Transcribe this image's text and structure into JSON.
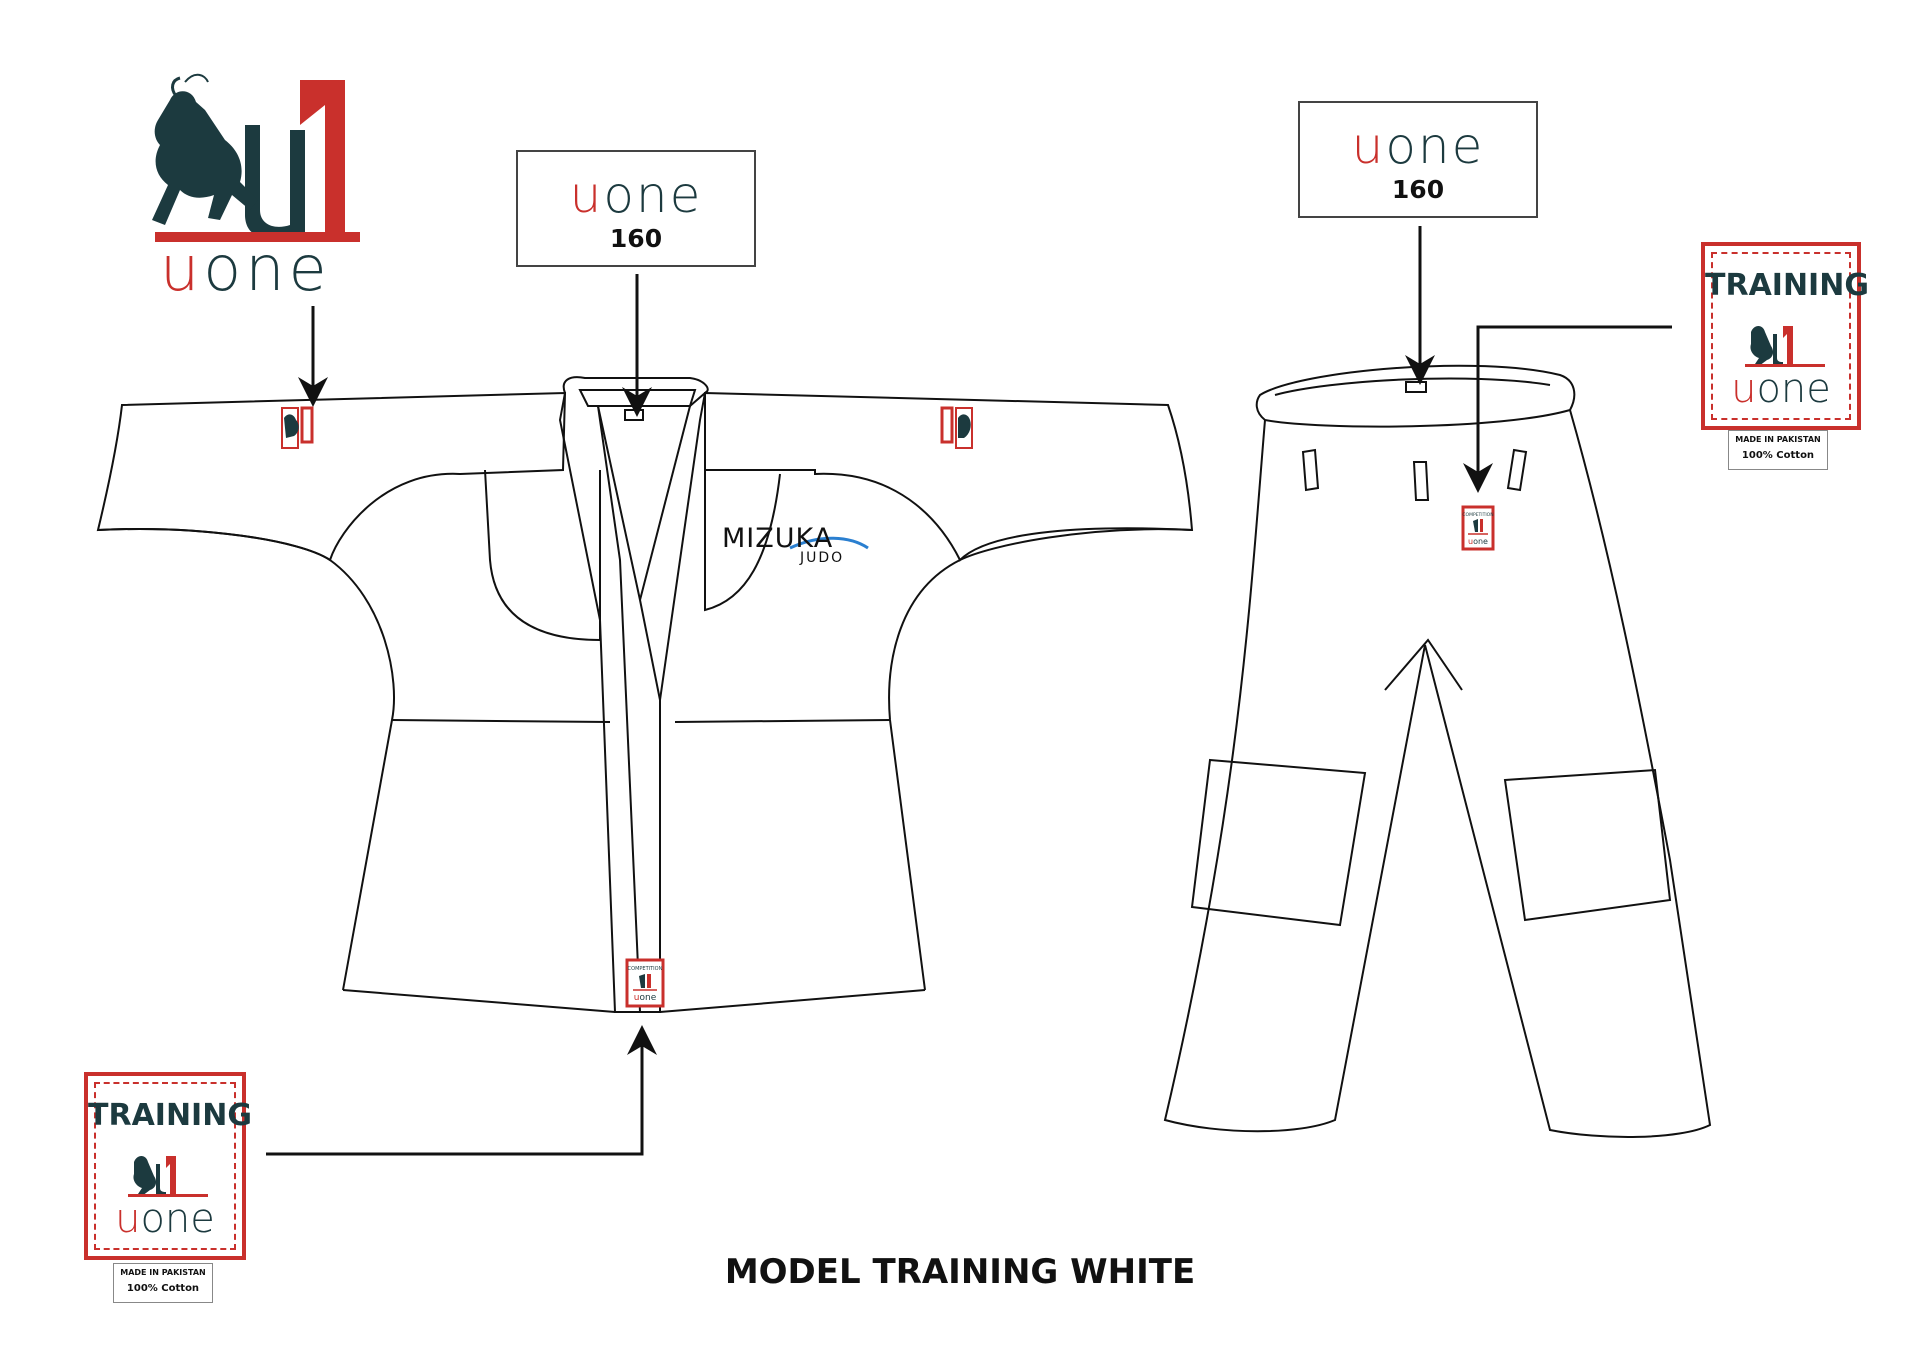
{
  "brand": {
    "u": "u",
    "rest": "one",
    "red": "#c9302c",
    "dark": "#1c3a3f"
  },
  "jacket_label": {
    "size": "160"
  },
  "pants_label": {
    "size": "160"
  },
  "training_tag_left": {
    "title": "TRAINING",
    "made_in": "MADE IN PAKISTAN",
    "material": "100% Cotton"
  },
  "training_tag_right": {
    "title": "TRAINING",
    "made_in": "MADE IN PAKISTAN",
    "material": "100% Cotton"
  },
  "jacket_print": {
    "mizuka": "MIZUKA",
    "judo": "JUDO"
  },
  "mini_tag": {
    "title": "COMPETITION"
  },
  "model_title": "MODEL TRAINING WHITE"
}
